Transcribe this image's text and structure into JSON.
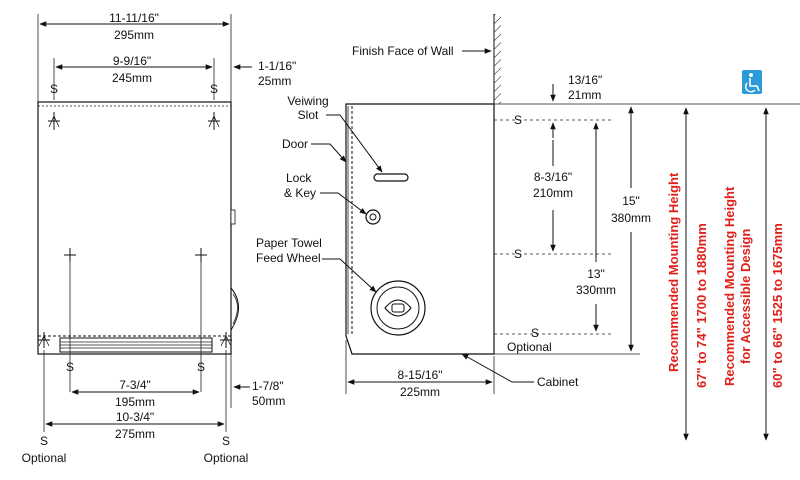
{
  "front_view": {
    "overall_width": "11-11/16\"",
    "overall_width_mm": "295mm",
    "top_screw_spacing": "9-9/16\"",
    "top_screw_spacing_mm": "245mm",
    "side_offset": "1-1/16\"",
    "side_offset_mm": "25mm",
    "screw_mark": "S",
    "lower_screw_spacing": "7-3/4\"",
    "lower_screw_spacing_mm": "195mm",
    "bottom_offset": "1-7/8\"",
    "bottom_offset_mm": "50mm",
    "optional_spacing": "10-3/4\"",
    "optional_spacing_mm": "275mm",
    "optional_label": "Optional"
  },
  "side_view": {
    "wall_label": "Finish Face of Wall",
    "viewing_slot_line1": "Veiwing",
    "viewing_slot_line2": "Slot",
    "door_label": "Door",
    "lock_line1": "Lock",
    "lock_line2": "& Key",
    "feed_wheel_line1": "Paper Towel",
    "feed_wheel_line2": "Feed Wheel",
    "cabinet_label": "Cabinet",
    "depth": "8-15/16\"",
    "depth_mm": "225mm",
    "top_offset": "13/16\"",
    "top_offset_mm": "21mm",
    "screw_spacing_upper": "8-3/16\"",
    "screw_spacing_upper_mm": "210mm",
    "screw_spacing_lower": "13\"",
    "screw_spacing_lower_mm": "330mm",
    "height": "15\"",
    "height_mm": "380mm",
    "screw_mark": "S",
    "optional_label": "Optional"
  },
  "mounting": {
    "recommended_title": "Recommended Mounting Height",
    "recommended_range": "67\" to 74\" 1700 to 1880mm",
    "accessible_title_line1": "Recommended Mounting Height",
    "accessible_title_line2": "for Accessible Design",
    "accessible_range": "60\" to 66\" 1525 to 1675mm",
    "accessibility_icon": "wheelchair-icon",
    "text_color": "#e0201b",
    "icon_color": "#2a9ad8"
  }
}
